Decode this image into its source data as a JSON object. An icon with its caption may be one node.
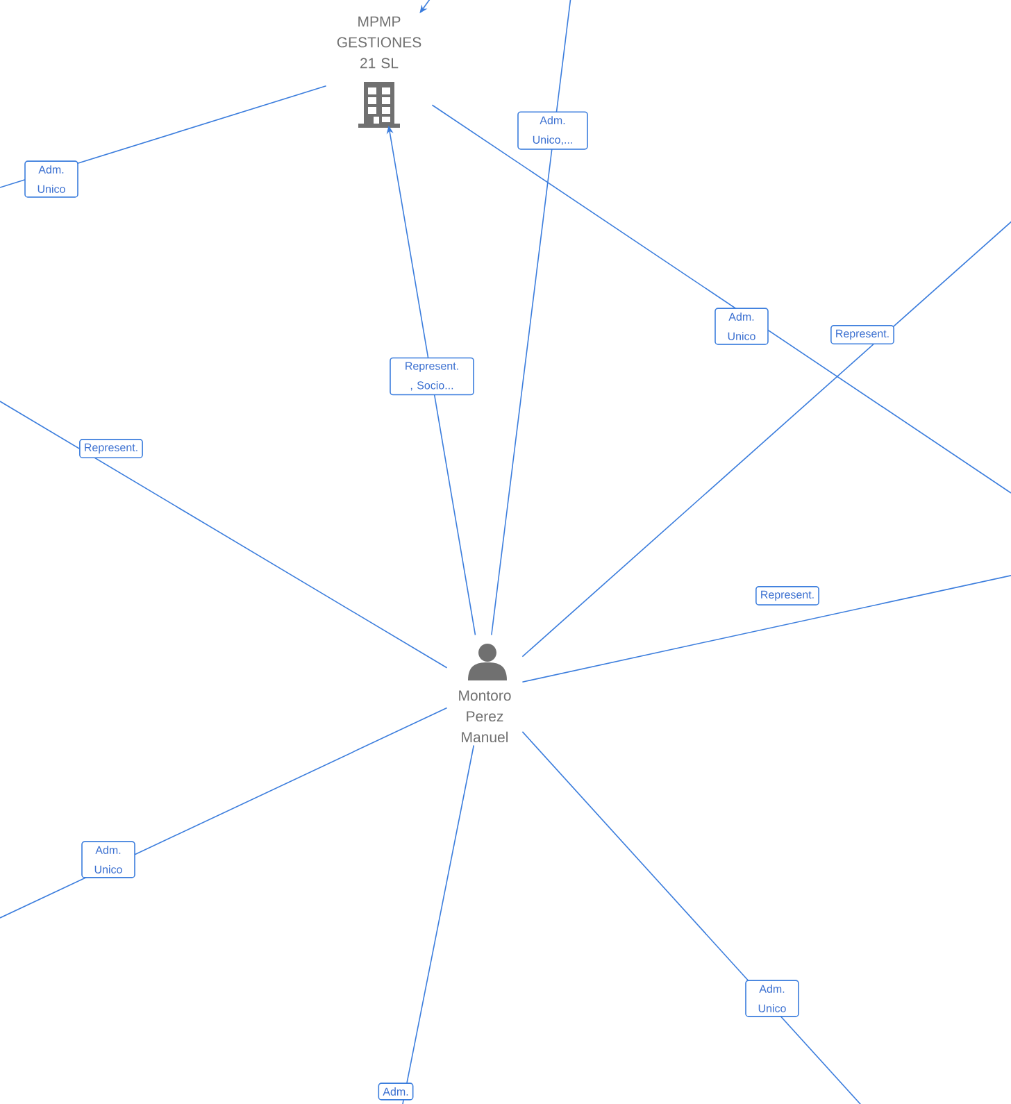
{
  "diagram": {
    "nodes": [
      {
        "text": [
          "MPMP GESTIONES 21 SL"
        ]
      },
      {
        "text": [
          "Montoro Perez Manuel"
        ]
      }
    ],
    "edges": [
      {
        "from": null,
        "to": 0,
        "arrow": "to"
      },
      {
        "from": 0,
        "to": null,
        "arrow": "none",
        "label": "Adm. Unico"
      },
      {
        "from": 0,
        "to": null,
        "arrow": "none",
        "label": "Adm. Unico"
      },
      {
        "from": 1,
        "to": 0,
        "arrow": "to",
        "label": "Represent. , Socio..."
      },
      {
        "from": 1,
        "to": null,
        "arrow": "none",
        "label": "Adm. Unico,..."
      },
      {
        "from": 1,
        "to": null,
        "arrow": "none",
        "label": "Represent."
      },
      {
        "from": 1,
        "to": null,
        "arrow": "none",
        "label": "Represent."
      },
      {
        "from": 1,
        "to": null,
        "arrow": "none",
        "label": "Represent."
      },
      {
        "from": 1,
        "to": null,
        "arrow": "none",
        "label": "Adm. Unico"
      },
      {
        "from": 1,
        "to": null,
        "arrow": "none",
        "label": "Adm."
      },
      {
        "from": 1,
        "to": null,
        "arrow": "none",
        "label": "Adm. Unico"
      }
    ]
  }
}
